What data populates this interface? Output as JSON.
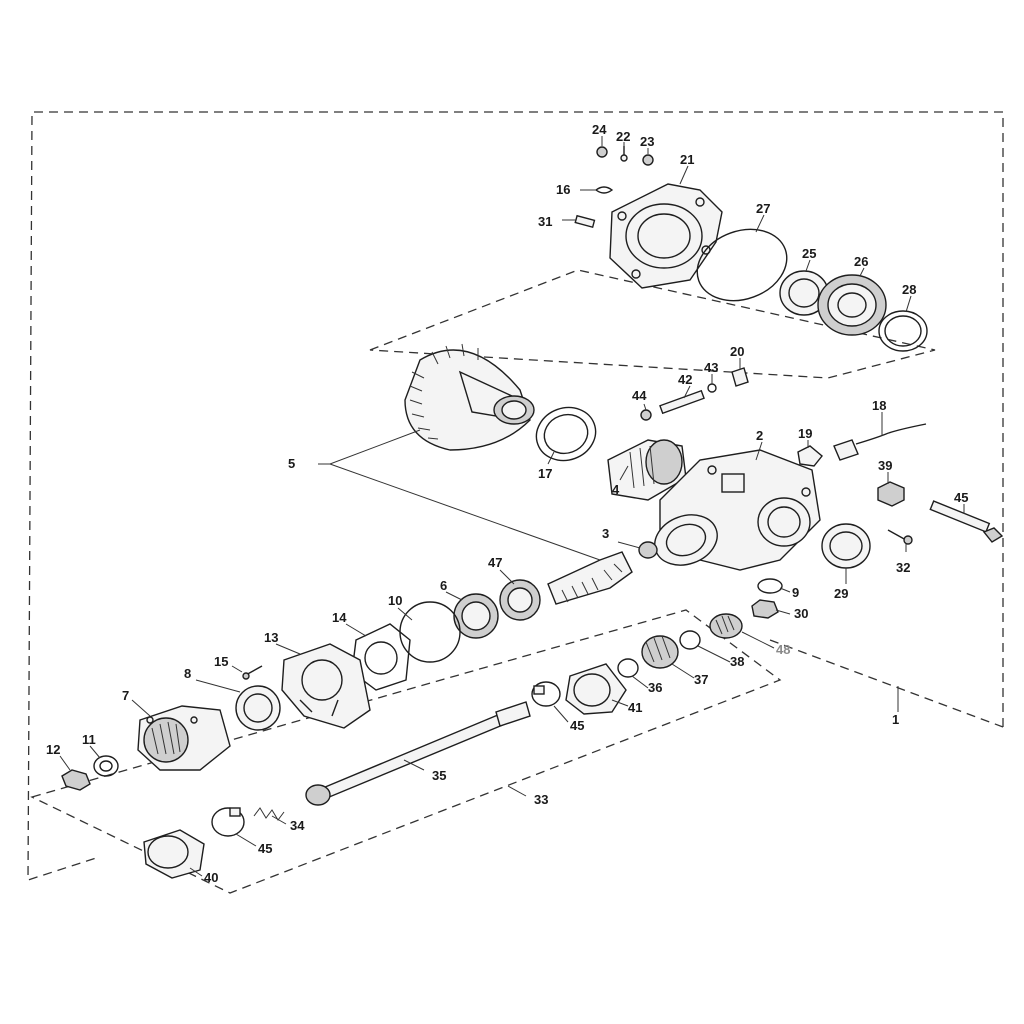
{
  "callouts": {
    "c1": "1",
    "c2": "2",
    "c3": "3",
    "c4": "4",
    "c5": "5",
    "c6": "6",
    "c7": "7",
    "c8": "8",
    "c9": "9",
    "c10": "10",
    "c11": "11",
    "c12": "12",
    "c13": "13",
    "c14": "14",
    "c15": "15",
    "c16": "16",
    "c17": "17",
    "c18": "18",
    "c19": "19",
    "c20": "20",
    "c21": "21",
    "c22": "22",
    "c23": "23",
    "c24": "24",
    "c25": "25",
    "c26": "26",
    "c27": "27",
    "c28": "28",
    "c29": "29",
    "c30": "30",
    "c31": "31",
    "c32": "32",
    "c33": "33",
    "c34": "34",
    "c35": "35",
    "c36": "36",
    "c37": "37",
    "c38": "38",
    "c39": "39",
    "c40": "40",
    "c41": "41",
    "c42": "42",
    "c43": "43",
    "c44": "44",
    "c45a": "45",
    "c45b": "45",
    "c45c": "45",
    "c47": "47",
    "c48": "48"
  }
}
